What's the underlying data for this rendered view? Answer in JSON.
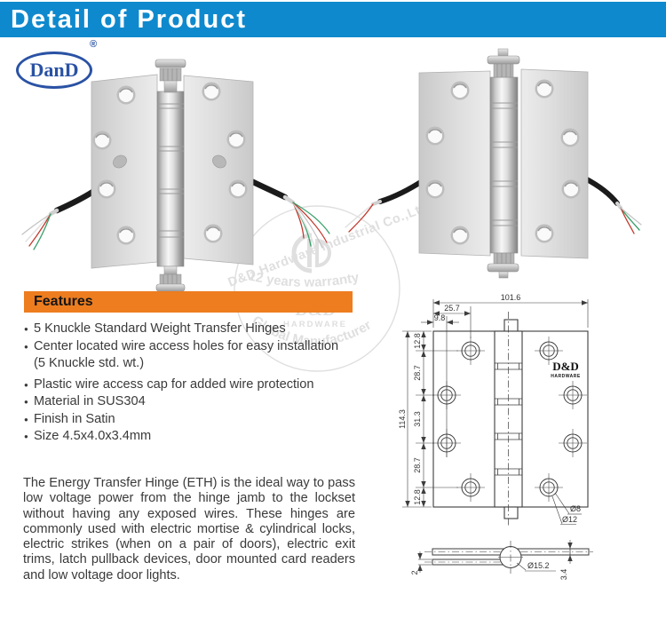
{
  "header": {
    "title": "Detail of Product",
    "bg_color": "#0f89cd"
  },
  "logo": {
    "name": "DanD",
    "reg": "®",
    "color": "#2a52a4"
  },
  "watermark": {
    "top_arc": "12 years warranty",
    "brand": "D&D",
    "brand_sub": "HARDWARE",
    "bottom_arc": "Global Manufacturer",
    "diagonal": "D&D Hardware Industrial Co.,Ltd"
  },
  "features": {
    "title": "Features",
    "bar_color": "#ed7d1f",
    "items": [
      {
        "bullet": "●",
        "text": "5 Knuckle Standard Weight Transfer Hinges"
      },
      {
        "bullet": "●",
        "text": "Center located wire access holes for easy installation"
      },
      {
        "bullet": "",
        "text": "(5 Knuckle std. wt.)"
      },
      {
        "bullet": "●",
        "text": "Plastic wire access cap for added wire protection"
      },
      {
        "bullet": "●",
        "text": "Material in SUS304"
      },
      {
        "bullet": "●",
        "text": "Finish in Satin"
      },
      {
        "bullet": "●",
        "text": "Size 4.5x4.0x3.4mm"
      }
    ]
  },
  "description": "The Energy Transfer Hinge (ETH) is the ideal way to pass low voltage power from the hinge jamb to the lockset without having any exposed wires. These hinges are commonly used with electric mortise & cylindrical locks, electric strikes (when on a pair of doors), electric exit trims, latch pullback devices, door mounted card readers and low voltage door lights.",
  "drawing": {
    "brand": "D&D",
    "brand_sub": "HARDWARE",
    "dim_width": "101.6",
    "dim_hole_col": "25.7",
    "dim_edge": "9.8",
    "dim_height": "114.3",
    "dim_v1": "12.8",
    "dim_v2": "28.7",
    "dim_v3": "31.3",
    "dim_v4": "28.7",
    "dim_v5": "12.8",
    "dim_hole_inner": "Ø8",
    "dim_hole_outer": "Ø12",
    "dim_knuckle": "Ø15.2",
    "dim_thickness": "3.4",
    "dim_gap": "2"
  }
}
